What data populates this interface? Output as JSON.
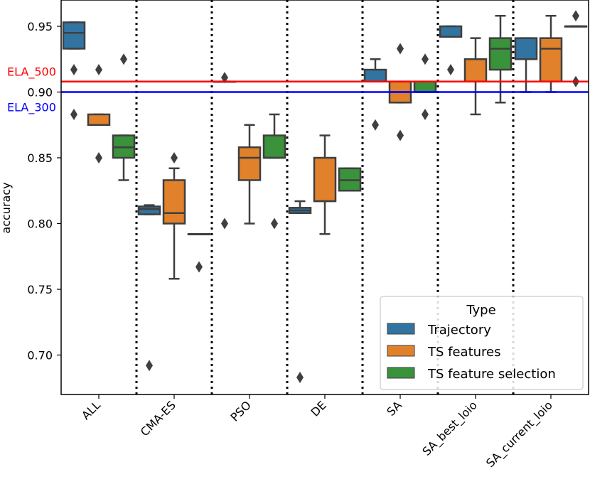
{
  "chart_data": {
    "type": "box",
    "ylabel": "accuracy",
    "ylim": [
      0.67,
      0.97
    ],
    "yticks": [
      "0.70",
      "0.75",
      "0.80",
      "0.85",
      "0.90",
      "0.95"
    ],
    "ytick_values": [
      0.7,
      0.75,
      0.8,
      0.85,
      0.9,
      0.95
    ],
    "categories": [
      "ALL",
      "CMA-ES",
      "PSO",
      "DE",
      "SA",
      "SA_best_loio",
      "SA_current_loio"
    ],
    "reference_lines": [
      {
        "label": "ELA_500",
        "value": 0.908,
        "color": "#ff0000"
      },
      {
        "label": "ELA_300",
        "value": 0.9,
        "color": "#0000ff"
      }
    ],
    "legend": {
      "title": "Type",
      "position": "lower right"
    },
    "series": [
      {
        "name": "Trajectory",
        "color": "#3274a1",
        "boxes": [
          {
            "q1": 0.933,
            "median": 0.945,
            "q3": 0.953,
            "wlo": 0.933,
            "whi": 0.953,
            "fliers": [
              0.883,
              0.917
            ]
          },
          {
            "q1": 0.807,
            "median": 0.811,
            "q3": 0.813,
            "wlo": 0.807,
            "whi": 0.814,
            "fliers": [
              0.692
            ]
          },
          {
            "q1": 0.908,
            "median": 0.908,
            "q3": 0.908,
            "wlo": 0.908,
            "whi": 0.908,
            "fliers": [
              0.8,
              0.911
            ]
          },
          {
            "q1": 0.808,
            "median": 0.81,
            "q3": 0.812,
            "wlo": 0.808,
            "whi": 0.817,
            "fliers": [
              0.683
            ]
          },
          {
            "q1": 0.908,
            "median": 0.908,
            "q3": 0.917,
            "wlo": 0.908,
            "whi": 0.925,
            "fliers": [
              0.875
            ]
          },
          {
            "q1": 0.942,
            "median": 0.942,
            "q3": 0.95,
            "wlo": 0.942,
            "whi": 0.95,
            "fliers": [
              0.917
            ]
          },
          {
            "q1": 0.925,
            "median": 0.925,
            "q3": 0.941,
            "wlo": 0.9,
            "whi": 0.941,
            "fliers": []
          }
        ]
      },
      {
        "name": "TS features",
        "color": "#e1812c",
        "boxes": [
          {
            "q1": 0.875,
            "median": 0.875,
            "q3": 0.883,
            "wlo": 0.875,
            "whi": 0.883,
            "fliers": [
              0.85,
              0.917
            ]
          },
          {
            "q1": 0.8,
            "median": 0.808,
            "q3": 0.833,
            "wlo": 0.758,
            "whi": 0.842,
            "fliers": [
              0.85
            ]
          },
          {
            "q1": 0.833,
            "median": 0.85,
            "q3": 0.858,
            "wlo": 0.8,
            "whi": 0.875,
            "fliers": []
          },
          {
            "q1": 0.817,
            "median": 0.817,
            "q3": 0.85,
            "wlo": 0.792,
            "whi": 0.867,
            "fliers": []
          },
          {
            "q1": 0.892,
            "median": 0.9,
            "q3": 0.908,
            "wlo": 0.892,
            "whi": 0.908,
            "fliers": [
              0.867,
              0.933
            ]
          },
          {
            "q1": 0.908,
            "median": 0.908,
            "q3": 0.925,
            "wlo": 0.883,
            "whi": 0.941,
            "fliers": []
          },
          {
            "q1": 0.908,
            "median": 0.933,
            "q3": 0.941,
            "wlo": 0.9,
            "whi": 0.958,
            "fliers": []
          }
        ]
      },
      {
        "name": "TS feature selection",
        "color": "#3a923a",
        "boxes": [
          {
            "q1": 0.85,
            "median": 0.858,
            "q3": 0.867,
            "wlo": 0.833,
            "whi": 0.867,
            "fliers": [
              0.925
            ]
          },
          {
            "q1": 0.792,
            "median": 0.792,
            "q3": 0.792,
            "wlo": 0.792,
            "whi": 0.792,
            "fliers": [
              0.767
            ]
          },
          {
            "q1": 0.85,
            "median": 0.85,
            "q3": 0.867,
            "wlo": 0.85,
            "whi": 0.883,
            "fliers": [
              0.8
            ]
          },
          {
            "q1": 0.825,
            "median": 0.833,
            "q3": 0.842,
            "wlo": 0.825,
            "whi": 0.842,
            "fliers": []
          },
          {
            "q1": 0.9,
            "median": 0.9,
            "q3": 0.908,
            "wlo": 0.9,
            "whi": 0.908,
            "fliers": [
              0.883,
              0.925
            ]
          },
          {
            "q1": 0.917,
            "median": 0.933,
            "q3": 0.941,
            "wlo": 0.892,
            "whi": 0.958,
            "fliers": []
          },
          {
            "q1": 0.95,
            "median": 0.95,
            "q3": 0.95,
            "wlo": 0.95,
            "whi": 0.95,
            "fliers": [
              0.908,
              0.958
            ]
          }
        ]
      }
    ]
  }
}
